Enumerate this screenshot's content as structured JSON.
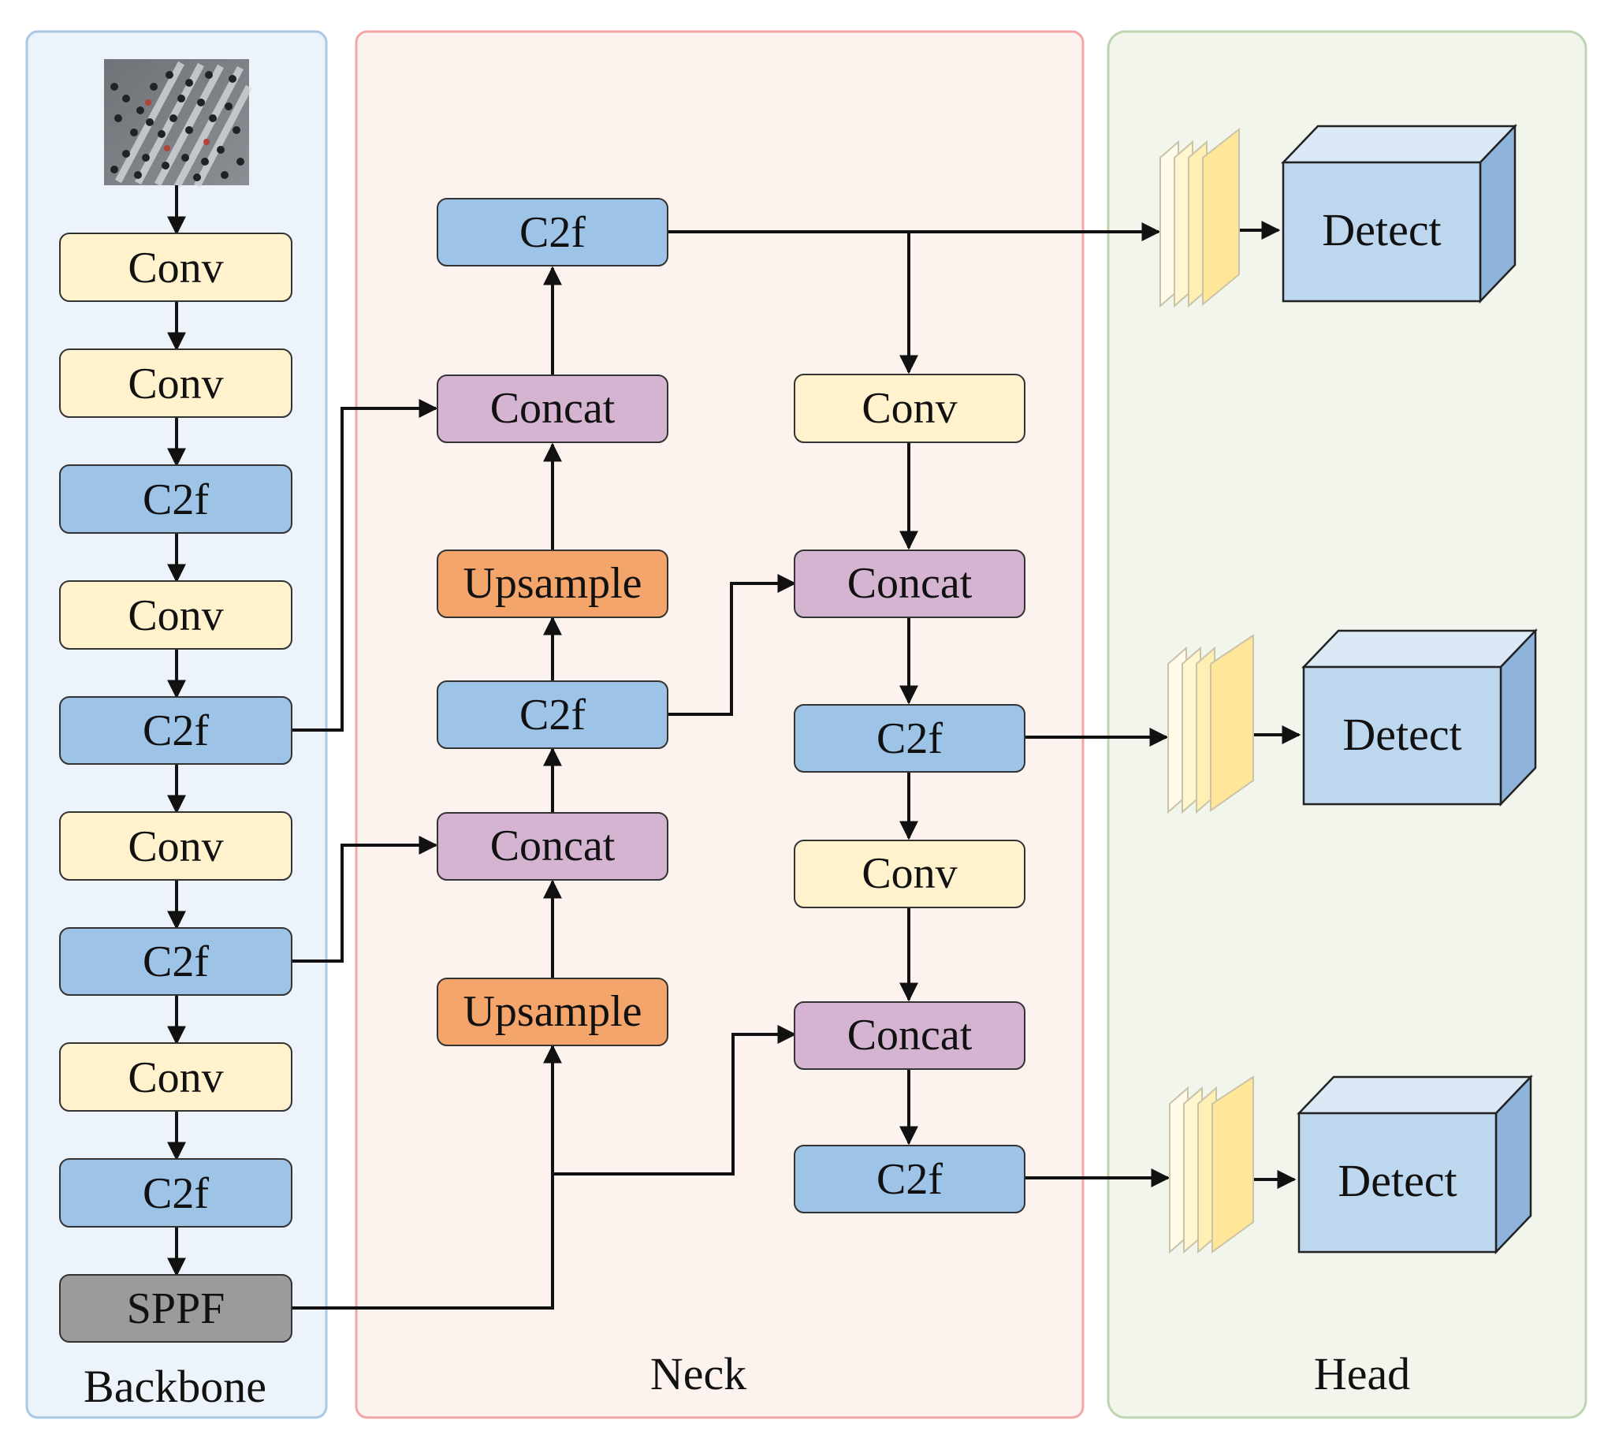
{
  "sections": {
    "backbone": "Backbone",
    "neck": "Neck",
    "head": "Head"
  },
  "backbone": {
    "input_image": "aerial crowd photo (input image)",
    "b1": "Conv",
    "b2": "Conv",
    "b3": "C2f",
    "b4": "Conv",
    "b5": "C2f",
    "b6": "Conv",
    "b7": "C2f",
    "b8": "Conv",
    "b9": "C2f",
    "b10": "SPPF"
  },
  "neck": {
    "n_c2f_top": "C2f",
    "n_concat1": "Concat",
    "n_up1": "Upsample",
    "n_c2f_mid": "C2f",
    "n_concat2": "Concat",
    "n_up2": "Upsample",
    "r_conv1": "Conv",
    "r_concat1": "Concat",
    "r_c2f1": "C2f",
    "r_conv2": "Conv",
    "r_concat2": "Concat",
    "r_c2f2": "C2f"
  },
  "head": {
    "detect1": "Detect",
    "detect2": "Detect",
    "detect3": "Detect"
  },
  "colors": {
    "conv": "#fff2cc",
    "c2f": "#9dc3e6",
    "concat": "#d5b4d2",
    "upsample": "#f4a56b",
    "sppf": "#9b9b9b",
    "backbone_bg": "#edf3fb",
    "backbone_border": "#a9c8e6",
    "neck_bg": "#fdf3ee",
    "neck_border": "#f3a6a6",
    "head_bg": "#f1f5ec",
    "head_border": "#bfd5b0",
    "detect_front": "#bdd7ee",
    "detect_side": "#8fb4dc",
    "feature_map": "#ffe699"
  }
}
